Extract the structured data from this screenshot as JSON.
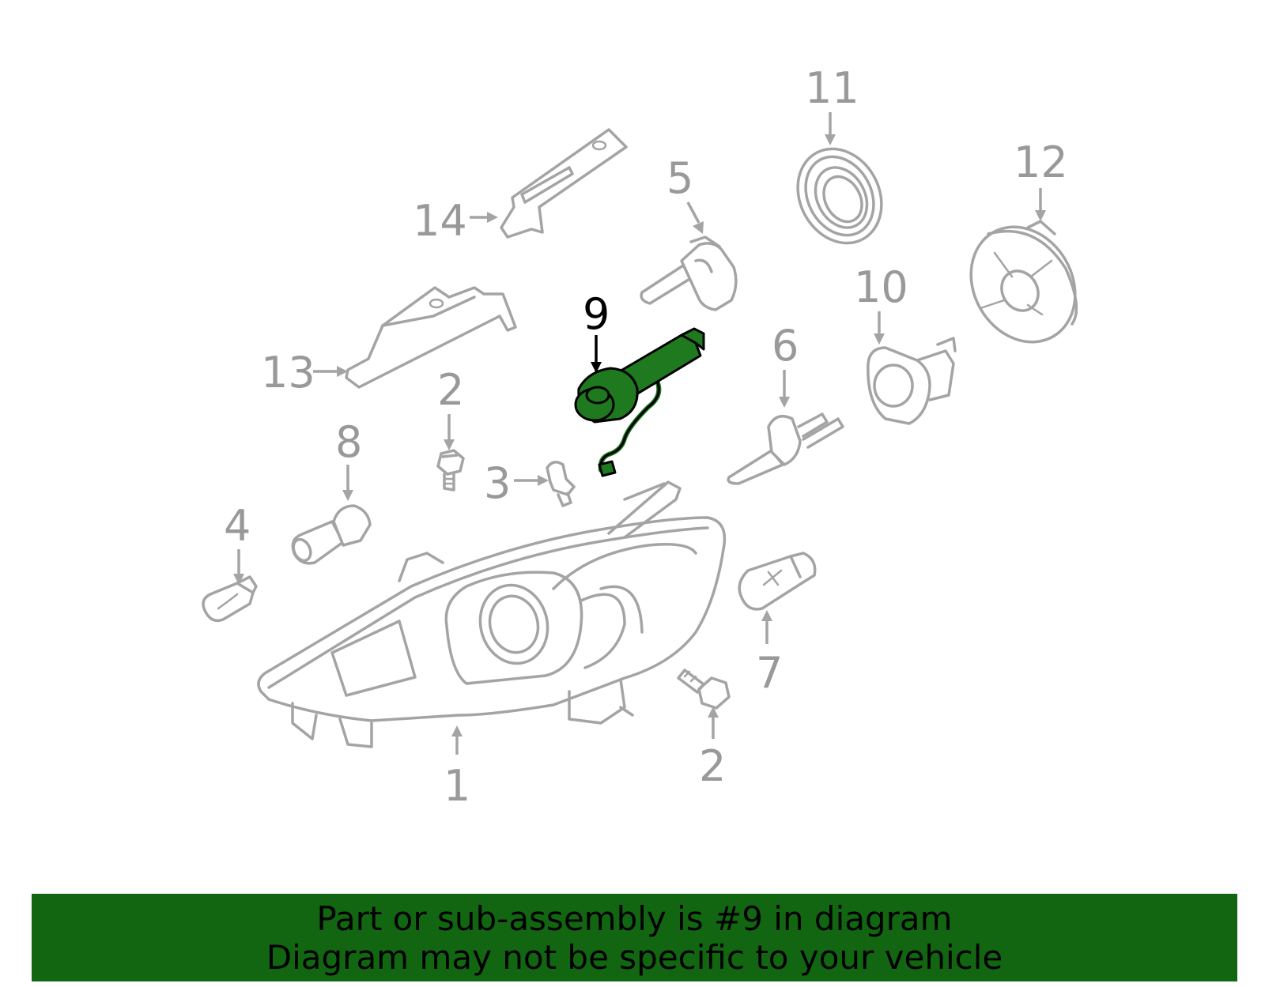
{
  "callouts": {
    "c1": "1",
    "c2a": "2",
    "c2b": "2",
    "c3": "3",
    "c4": "4",
    "c5": "5",
    "c6": "6",
    "c7": "7",
    "c8": "8",
    "c9": "9",
    "c10": "10",
    "c11": "11",
    "c12": "12",
    "c13": "13",
    "c14": "14"
  },
  "highlighted_part": "9",
  "colors": {
    "highlight": "#1f7a1f",
    "banner": "#126612",
    "part_outline": "#a4a4a4"
  },
  "banner": {
    "line1": "Part or sub-assembly is #9 in diagram",
    "line2": "Diagram may not be specific to your vehicle"
  }
}
